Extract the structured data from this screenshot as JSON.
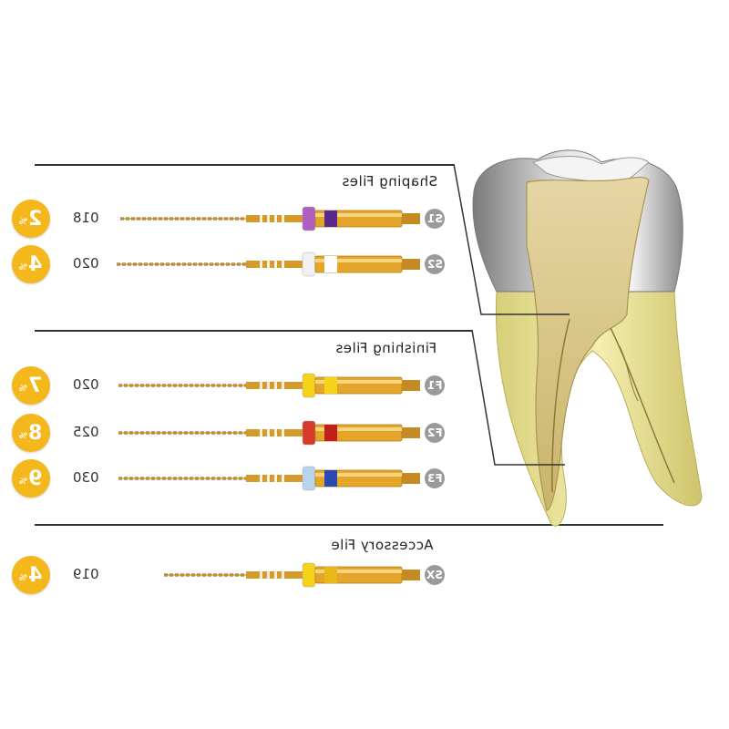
{
  "sections": {
    "shaping": "Shaping Files",
    "finishing": "Finishing Files",
    "accessory": "Accessory File"
  },
  "files": [
    {
      "code": "S1",
      "size": "018",
      "taper_num": "2",
      "taper_unit": "%",
      "ring_color": "#b05ec0",
      "band_color": "#5a2a8a"
    },
    {
      "code": "S2",
      "size": "020",
      "taper_num": "4",
      "taper_unit": "%",
      "ring_color": "#f2f2f2",
      "band_color": "#ffffff"
    },
    {
      "code": "F1",
      "size": "020",
      "taper_num": "7",
      "taper_unit": "%",
      "ring_color": "#f5d21c",
      "band_color": "#f5d21c"
    },
    {
      "code": "F2",
      "size": "025",
      "taper_num": "8",
      "taper_unit": "%",
      "ring_color": "#d63a2a",
      "band_color": "#c0201a"
    },
    {
      "code": "F3",
      "size": "030",
      "taper_num": "9",
      "taper_unit": "%",
      "ring_color": "#b8d4ea",
      "band_color": "#2a4ab0"
    },
    {
      "code": "SX",
      "size": "019",
      "taper_num": "4",
      "taper_unit": "%",
      "ring_color": "#f5d21c",
      "band_color": "#e8b81a"
    }
  ],
  "colors": {
    "badge": "#f4b81c",
    "code_circle": "#9a9a9a",
    "gold": "#e4a62a"
  }
}
